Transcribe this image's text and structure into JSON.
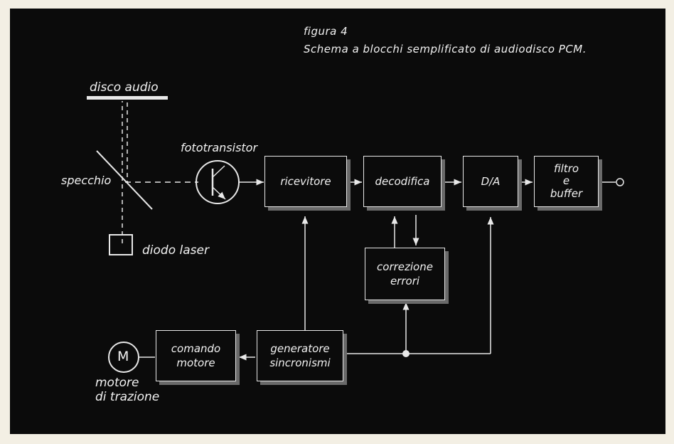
{
  "caption": {
    "figure": "figura 4",
    "text": "Schema a blocchi semplificato di audiodisco PCM."
  },
  "labels": {
    "disco_audio": "disco audio",
    "specchio": "specchio",
    "fototransistor": "fototransistor",
    "diodo_laser": "diodo laser",
    "motor_symbol": "M",
    "motore_line1": "motore",
    "motore_line2": "di trazione"
  },
  "blocks": {
    "ricevitore": "ricevitore",
    "decodifica": "decodifica",
    "da": "D/A",
    "filtro_1": "filtro",
    "filtro_2": "e",
    "filtro_3": "buffer",
    "correzione_1": "correzione",
    "correzione_2": "errori",
    "generatore_1": "generatore",
    "generatore_2": "sincronismi",
    "comando_1": "comando",
    "comando_2": "motore"
  },
  "colors": {
    "background": "#0b0b0b",
    "lines": "#e8e8e8",
    "shadow": "#6a6a6a",
    "page": "#f3efe4"
  }
}
